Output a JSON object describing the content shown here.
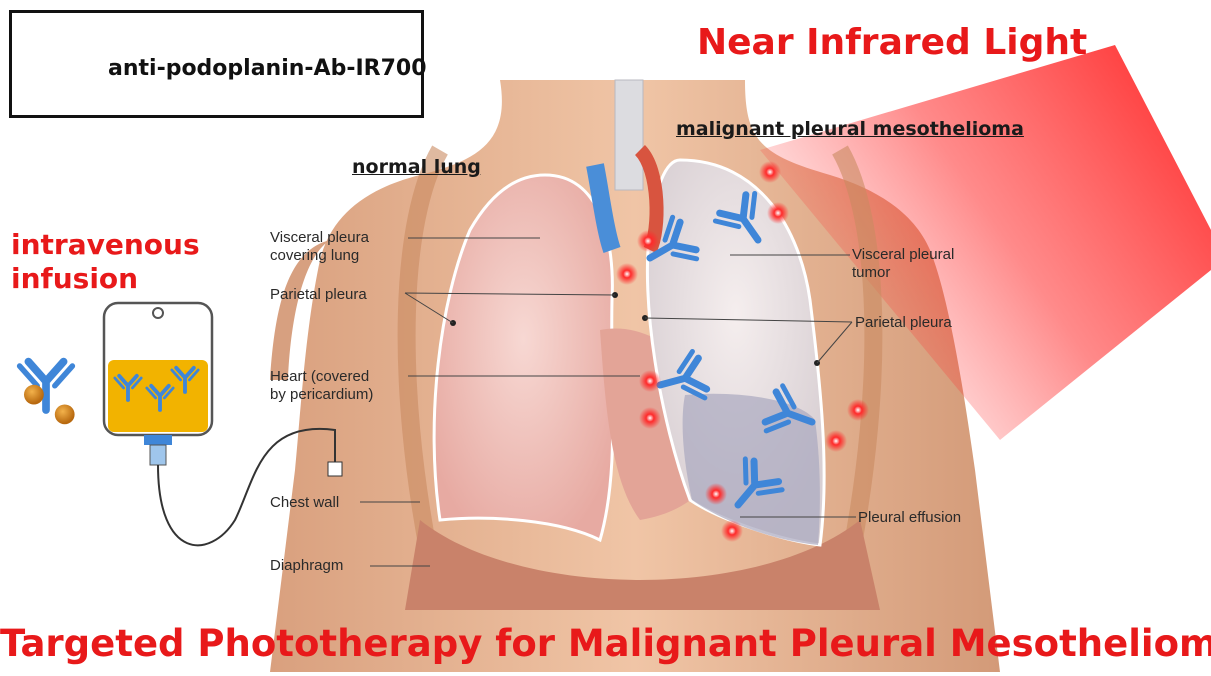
{
  "header": {
    "light_label": "Near Infrared Light",
    "title": "Targeted Phototherapy for Malignant Pleural Mesothelioma"
  },
  "legend": {
    "label": "anti-podoplanin-Ab-IR700",
    "icon": "antibody-ir700-icon"
  },
  "infusion": {
    "label_line1": "intravenous",
    "label_line2": "infusion",
    "icon": "iv-bag-icon"
  },
  "lungs": {
    "normal_label": "normal lung",
    "tumor_label": "malignant pleural mesothelioma"
  },
  "anatomy_labels": {
    "visceral_pleura_l1": "Visceral pleura",
    "visceral_pleura_l2": "covering lung",
    "parietal_pleura_left": "Parietal pleura",
    "heart_l1": "Heart (covered",
    "heart_l2": "by pericardium)",
    "chest_wall": "Chest wall",
    "diaphragm": "Diaphragm",
    "visceral_tumor_l1": "Visceral pleural",
    "visceral_tumor_l2": "tumor",
    "parietal_pleura_right": "Parietal pleura",
    "pleural_effusion": "Pleural effusion"
  },
  "colors": {
    "accent_red": "#e8191a",
    "antibody_blue": "#3f86d8",
    "ir700_orange": "#d98a1c",
    "lung_pink": "#f2c8c3",
    "skin": "#e7b99a"
  }
}
